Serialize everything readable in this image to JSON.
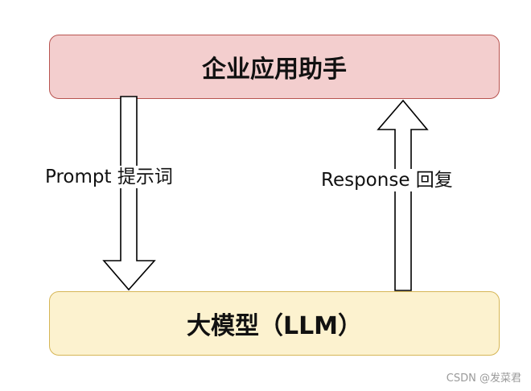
{
  "top_box": {
    "label": "企业应用助手"
  },
  "bottom_box": {
    "label": "大模型（LLM）"
  },
  "arrows": {
    "prompt_label": "Prompt  提示词",
    "response_label": "Response 回复"
  },
  "watermark": "CSDN @发菜君",
  "colors": {
    "top_fill": "#f3cece",
    "top_border": "#b85450",
    "bottom_fill": "#fcf2cf",
    "bottom_border": "#d6b656"
  }
}
